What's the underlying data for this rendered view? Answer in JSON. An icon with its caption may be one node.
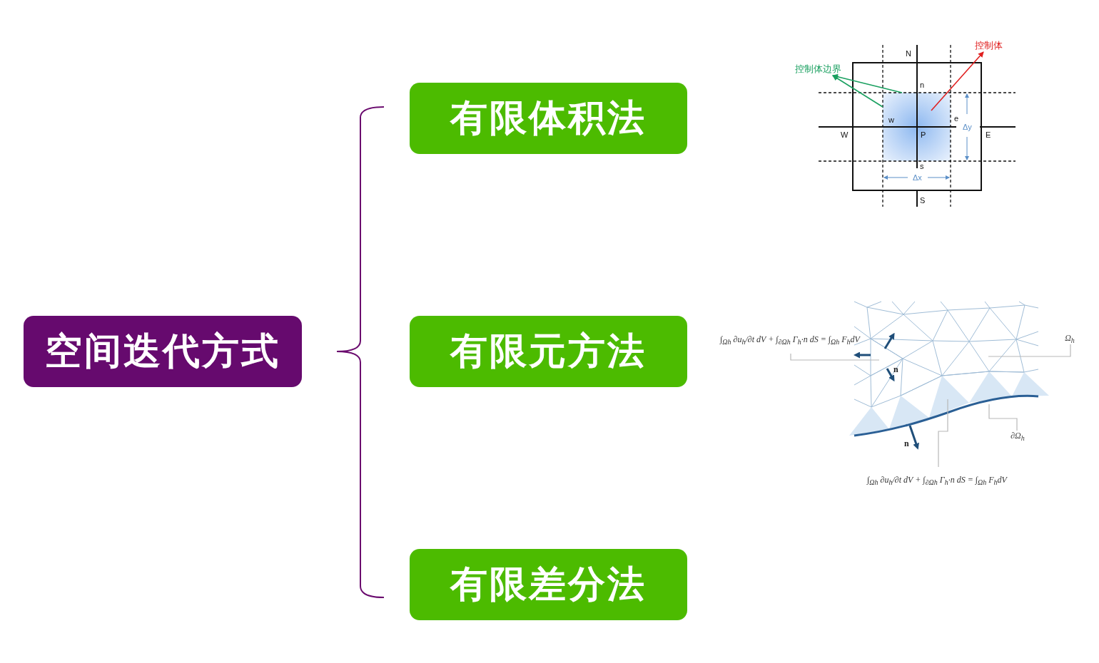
{
  "diagram": {
    "nodes": [
      {
        "text": [
          "空间迭代方式"
        ]
      },
      {
        "text": [
          "有限体积法"
        ]
      },
      {
        "text": [
          "有限元方法"
        ]
      },
      {
        "text": [
          "有限差分法"
        ]
      },
      {
        "text": [
          "控制体边界"
        ]
      },
      {
        "text": [
          "控制体"
        ]
      },
      {
        "text": [
          "∫$_{Ωh}$ ∂u$_{h}$/∂t dV + ∫$_{∂Ωh}$ Γ$_{h}$·n dS = ∫$_{Ωh}$ F$_{h}$dV"
        ]
      },
      {
        "text": [
          "Ω$_{h}$"
        ]
      },
      {
        "text": [
          "∂Ω$_{h}$"
        ]
      },
      {
        "text": [
          "∫$_{Ωh}$ ∂u$_{h}$/∂t dV + ∫$_{∂Ωh}$ Γ$_{h}$·n dS = ∫$_{Ωh}$ F$_{h}$dV"
        ]
      }
    ],
    "edges": [
      {
        "from": null,
        "to": 4,
        "arrow": "to",
        "color": "#1aa060"
      },
      {
        "from": null,
        "to": 4,
        "arrow": "to",
        "color": "#1aa060"
      },
      {
        "from": null,
        "to": 5,
        "arrow": "to",
        "color": "#e02020"
      },
      {
        "from": 6,
        "to": null,
        "arrow": "none"
      },
      {
        "from": 7,
        "to": null,
        "arrow": "none"
      },
      {
        "from": 8,
        "to": null,
        "arrow": "none"
      },
      {
        "from": 9,
        "to": null,
        "arrow": "none"
      }
    ],
    "labels": [
      "N",
      "n",
      "w",
      "e",
      "W",
      "P",
      "Δy",
      "E",
      "s",
      "Δx",
      "S",
      "n",
      "n"
    ]
  }
}
